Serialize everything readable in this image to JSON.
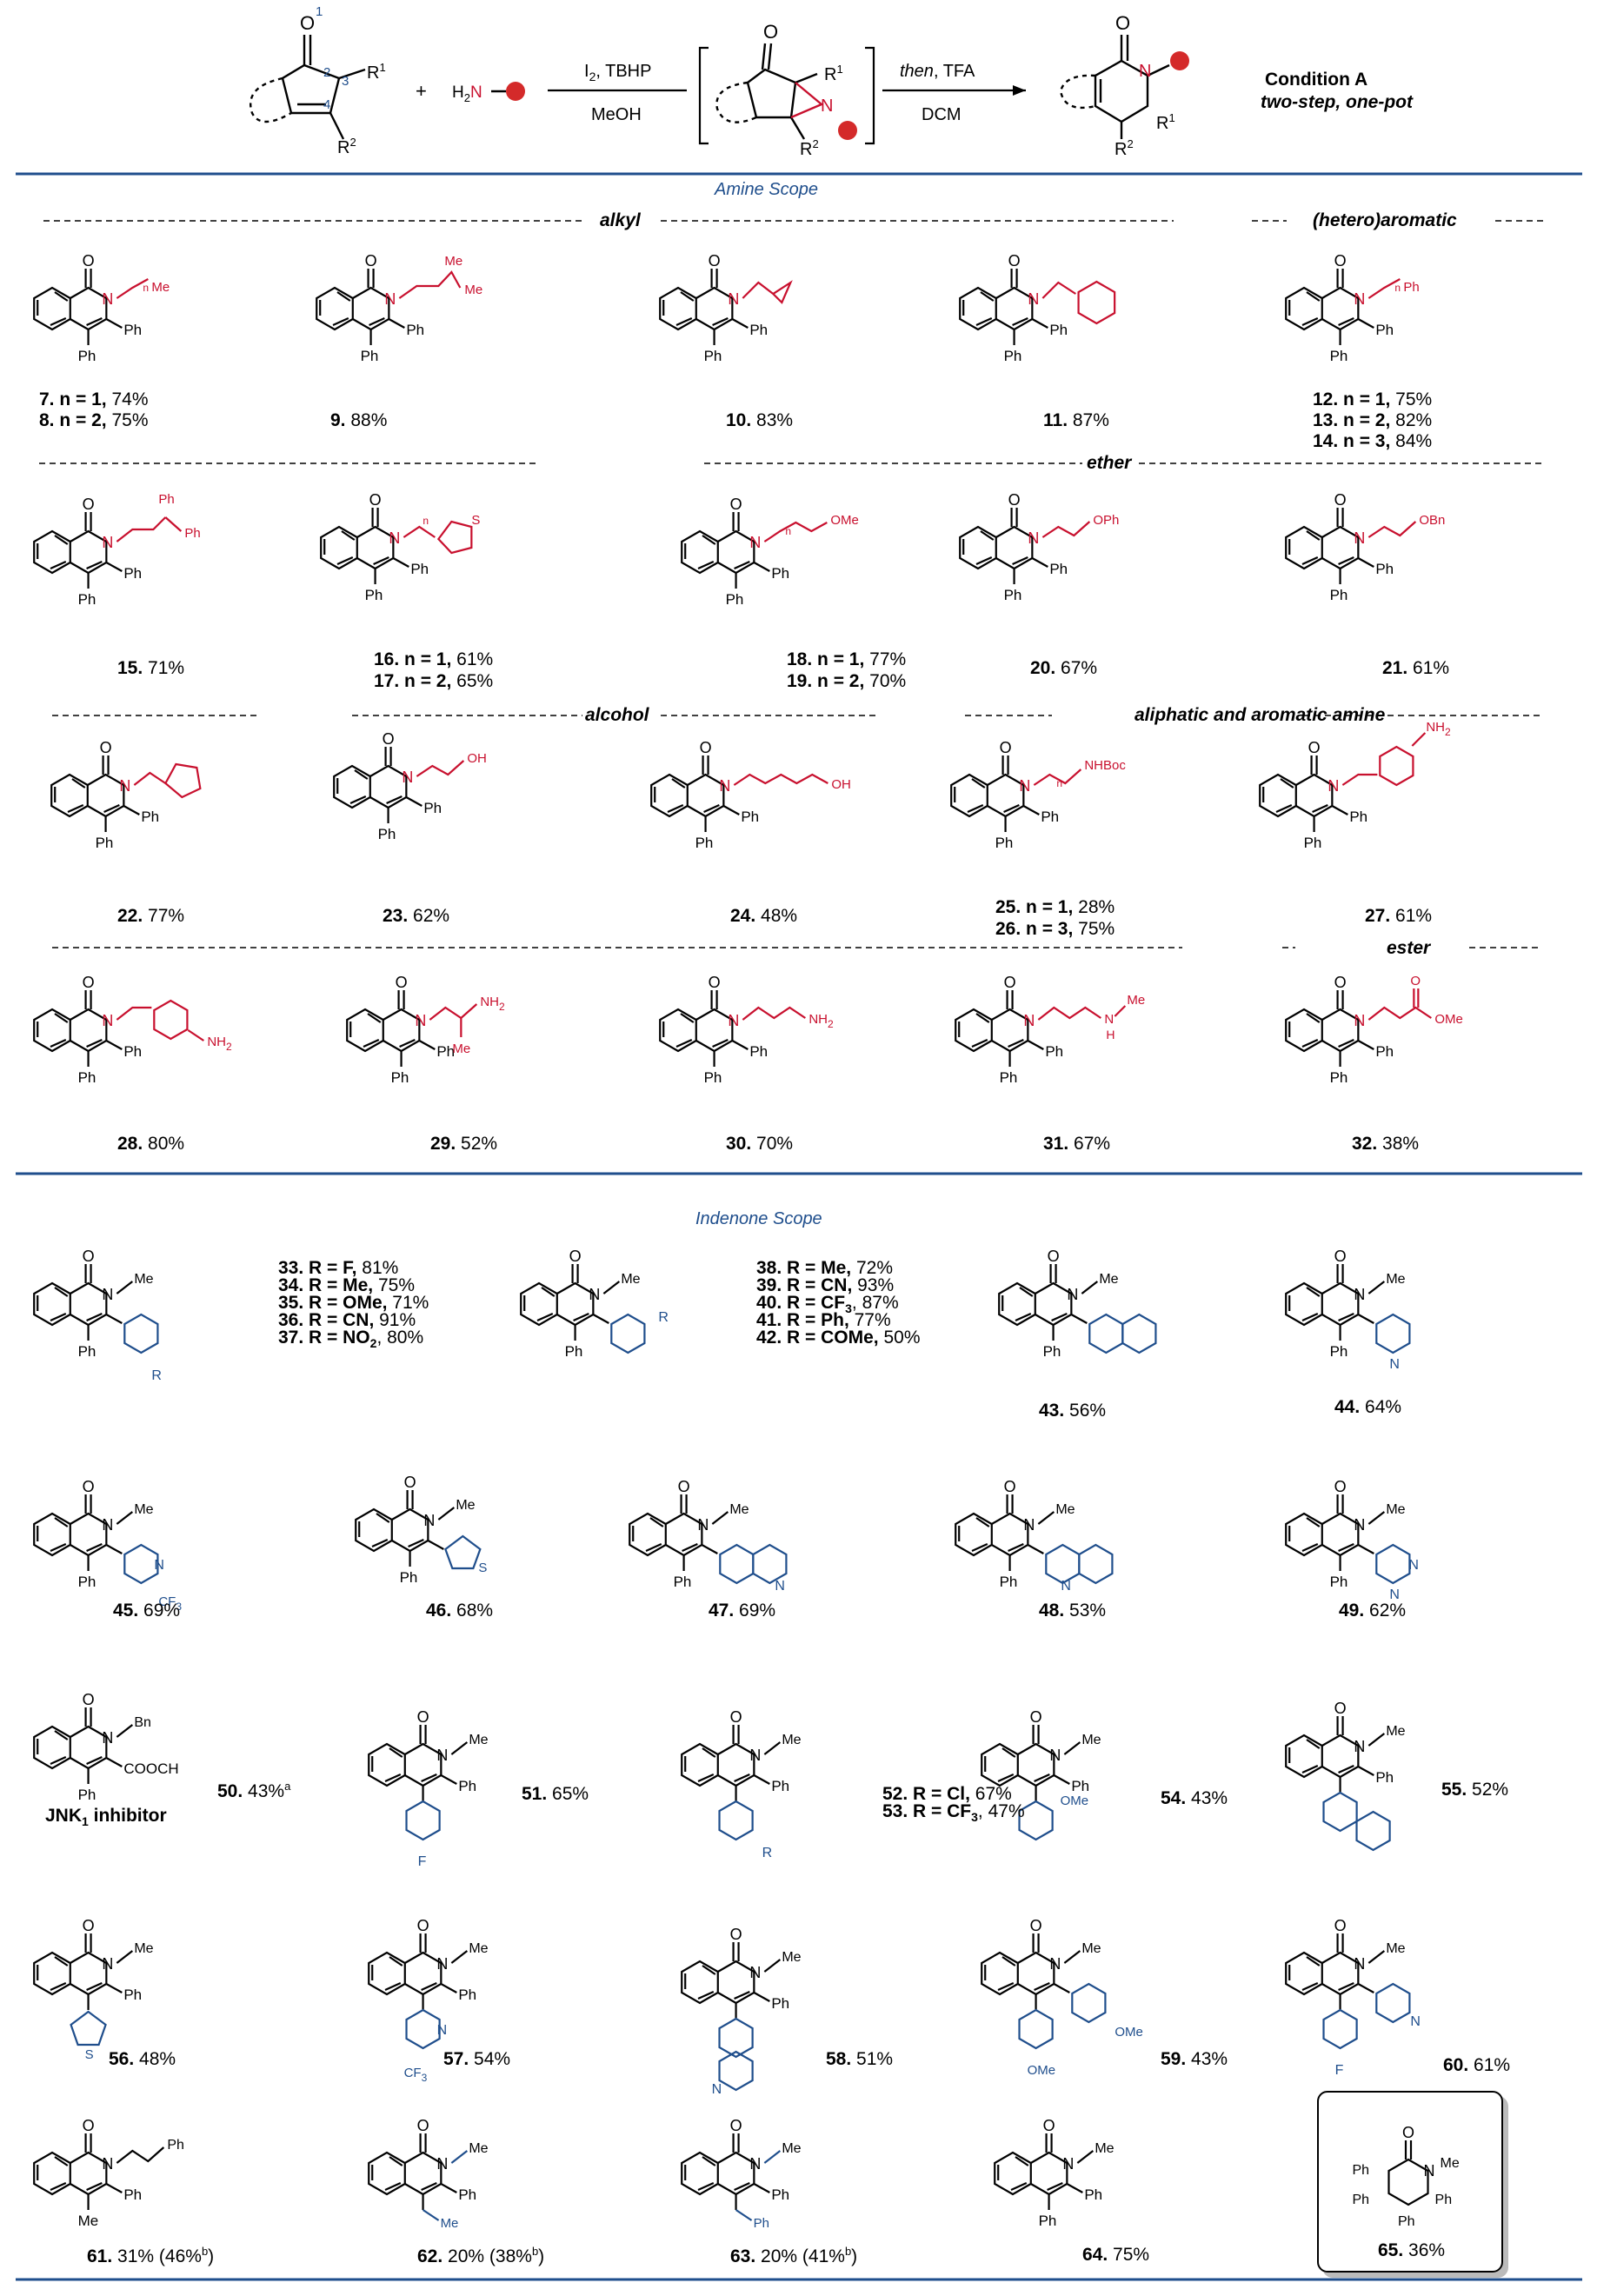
{
  "scheme": {
    "reagent_step1": "I",
    "reagent_step1_sub": "2",
    "reagent_step1_rest": ", TBHP",
    "solvent_step1": "MeOH",
    "reagent_step2_italic": "then",
    "reagent_step2_rest": ", TFA",
    "solvent_step2": "DCM",
    "condition_title": "Condition A",
    "condition_note": "two-step, one-pot",
    "plus": "+",
    "amine_prefix": "H",
    "amine_sub": "2",
    "amine_N": "N",
    "atom_O": "O",
    "atom_N": "N",
    "R1": "R",
    "R1_sup": "1",
    "R2": "R",
    "R2_sup": "2",
    "num1": "1",
    "num2": "2",
    "num3": "3",
    "num4": "4"
  },
  "colors": {
    "section_line": "#1f4e8c",
    "amine_substituent": "#c8102e",
    "indenone_substituent": "#1f4e8c",
    "red_ball": "#d42a2a"
  },
  "section_amine": "Amine Scope",
  "section_indenone": "Indenone Scope",
  "categories": {
    "alkyl": "alkyl",
    "heteroaromatic": "(hetero)aromatic",
    "ether": "ether",
    "alcohol": "alcohol",
    "amine": "aliphatic and aromatic amine",
    "ester": "ester"
  },
  "atoms": {
    "O": "O",
    "N": "N",
    "S": "S",
    "F": "F",
    "Ph": "Ph",
    "Me": "Me",
    "Bn": "Bn",
    "OMe": "OMe",
    "OPh": "OPh",
    "OBn": "OBn",
    "OH": "OH",
    "NH2": "NH",
    "NH2_sub": "2",
    "NHBoc": "NHBoc",
    "H": "H",
    "n": "n",
    "nMe": "Me",
    "R": "R",
    "CF3": "CF",
    "CF3_sub": "3",
    "COOCH3": "COOCH",
    "COOCH3_sub": "3",
    "Ph_atom": "Ph"
  },
  "labels": {
    "c7": {
      "num": "7. n = 1,",
      "yield": " 74%"
    },
    "c8": {
      "num": "8. n = 2,",
      "yield": " 75%"
    },
    "c9": {
      "num": "9.",
      "yield": " 88%"
    },
    "c10": {
      "num": "10.",
      "yield": " 83%"
    },
    "c11": {
      "num": "11.",
      "yield": " 87%"
    },
    "c12": {
      "num": "12. n = 1,",
      "yield": " 75%"
    },
    "c13": {
      "num": "13. n = 2,",
      "yield": " 82%"
    },
    "c14": {
      "num": "14. n = 3,",
      "yield": " 84%"
    },
    "c15": {
      "num": "15.",
      "yield": " 71%"
    },
    "c16": {
      "num": "16. n = 1,",
      "yield": " 61%"
    },
    "c17": {
      "num": "17. n = 2,",
      "yield": " 65%"
    },
    "c18": {
      "num": "18. n = 1,",
      "yield": " 77%"
    },
    "c19": {
      "num": "19. n = 2,",
      "yield": " 70%"
    },
    "c20": {
      "num": "20.",
      "yield": " 67%"
    },
    "c21": {
      "num": "21.",
      "yield": " 61%"
    },
    "c22": {
      "num": "22.",
      "yield": " 77%"
    },
    "c23": {
      "num": "23.",
      "yield": " 62%"
    },
    "c24": {
      "num": "24.",
      "yield": " 48%"
    },
    "c25": {
      "num": "25. n = 1,",
      "yield": " 28%"
    },
    "c26": {
      "num": "26. n = 3,",
      "yield": " 75%"
    },
    "c27": {
      "num": "27.",
      "yield": " 61%"
    },
    "c28": {
      "num": "28.",
      "yield": " 80%"
    },
    "c29": {
      "num": "29.",
      "yield": " 52%"
    },
    "c30": {
      "num": "30.",
      "yield": " 70%"
    },
    "c31": {
      "num": "31.",
      "yield": " 67%"
    },
    "c32": {
      "num": "32.",
      "yield": " 38%"
    },
    "c33": {
      "num": "33. R = F,",
      "yield": " 81%"
    },
    "c34": {
      "num": "34. R = Me,",
      "yield": " 75%"
    },
    "c35": {
      "num": "35. R = OMe,",
      "yield": " 71%"
    },
    "c36": {
      "num": "36. R = CN,",
      "yield": " 91%"
    },
    "c37": {
      "num": "37. R = NO",
      "sub": "2",
      "yield": ", 80%"
    },
    "c38": {
      "num": "38. R = Me,",
      "yield": "  72%"
    },
    "c39": {
      "num": "39. R = CN,",
      "yield": "  93%"
    },
    "c40": {
      "num": "40. R = CF",
      "sub": "3",
      "yield": ",  87%"
    },
    "c41": {
      "num": "41. R = Ph,",
      "yield": "  77%"
    },
    "c42": {
      "num": "42. R = COMe,",
      "yield": "  50%"
    },
    "c43": {
      "num": "43.",
      "yield": " 56%"
    },
    "c44": {
      "num": "44.",
      "yield": " 64%"
    },
    "c45": {
      "num": "45.",
      "yield": " 69%"
    },
    "c46": {
      "num": "46.",
      "yield": " 68%"
    },
    "c47": {
      "num": "47.",
      "yield": " 69%"
    },
    "c48": {
      "num": "48.",
      "yield": " 53%"
    },
    "c49": {
      "num": "49.",
      "yield": " 62%"
    },
    "c50": {
      "num": "50.",
      "yield": " 43%",
      "sup": "a"
    },
    "jnk": {
      "text": "JNK",
      "sub": "1",
      "rest": " inhibitor"
    },
    "c51": {
      "num": "51.",
      "yield": " 65%"
    },
    "c52": {
      "num": "52. R = Cl,",
      "yield": " 67%"
    },
    "c53": {
      "num": "53. R = CF",
      "sub": "3",
      "yield": ", 47%"
    },
    "c54": {
      "num": "54.",
      "yield": " 43%"
    },
    "c55": {
      "num": "55.",
      "yield": " 52%"
    },
    "c56": {
      "num": "56.",
      "yield": " 48%"
    },
    "c57": {
      "num": "57.",
      "yield": " 54%"
    },
    "c58": {
      "num": "58.",
      "yield": " 51%"
    },
    "c59": {
      "num": "59.",
      "yield": " 43%"
    },
    "c60": {
      "num": "60.",
      "yield": " 61%"
    },
    "c61": {
      "num": "61.",
      "yield": " 31% (46%",
      "sup": "b",
      "tail": ")"
    },
    "c62": {
      "num": "62.",
      "yield": "  20% (38%",
      "sup": "b",
      "tail": ")"
    },
    "c63": {
      "num": "63.",
      "yield": "  20% (41%",
      "sup": "b",
      "tail": ")"
    },
    "c64": {
      "num": "64.",
      "yield": " 75%"
    },
    "c65": {
      "num": "65.",
      "yield": " 36%"
    }
  }
}
